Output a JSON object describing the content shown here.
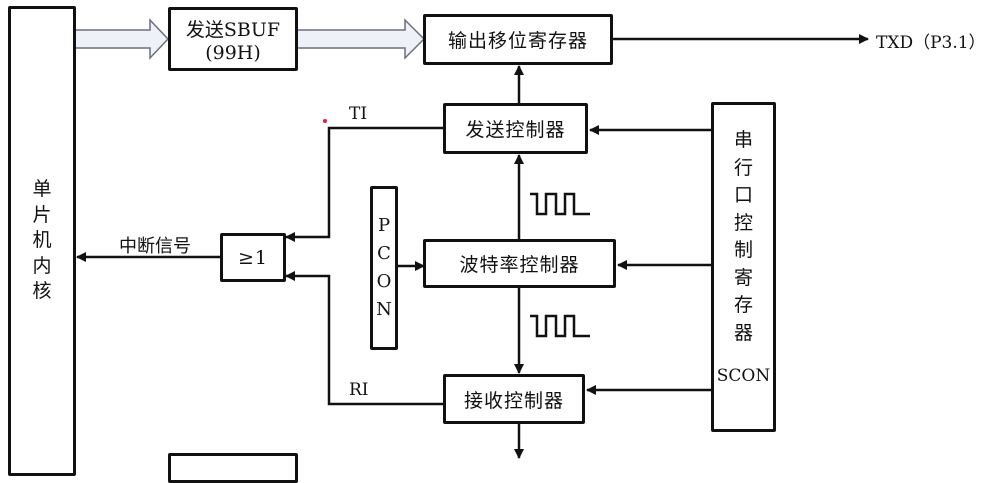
{
  "diagram": {
    "type": "block-diagram",
    "topic": "serial port transmit/receive structure",
    "blocks": {
      "mcu_core": {
        "label": "单片机内核",
        "chars": [
          "单",
          "片",
          "机",
          "内",
          "核"
        ]
      },
      "sbuf_send": {
        "line1": "发送SBUF",
        "line2": "(99H)"
      },
      "shift_reg": {
        "label": "输出移位寄存器"
      },
      "tx_ctrl": {
        "label": "发送控制器"
      },
      "baud_ctrl": {
        "label": "波特率控制器"
      },
      "rx_ctrl": {
        "label": "接收控制器"
      },
      "or_gate": {
        "label": "≥1"
      },
      "pcon": {
        "label": "PCON",
        "chars": [
          "P",
          "C",
          "O",
          "N"
        ]
      },
      "scon": {
        "chars": [
          "串",
          "行",
          "口",
          "控",
          "制",
          "寄",
          "存",
          "器"
        ],
        "sublabel": "SCON"
      }
    },
    "signals": {
      "txd": "TXD（P3.1）",
      "ti": "TI",
      "ri": "RI",
      "interrupt": "中断信号"
    },
    "colors": {
      "line": "#111111",
      "bus_arrow_fill": "#eef1f8",
      "bus_arrow_stroke": "#6b6f7a",
      "marker_dot": "#e0203a"
    }
  }
}
